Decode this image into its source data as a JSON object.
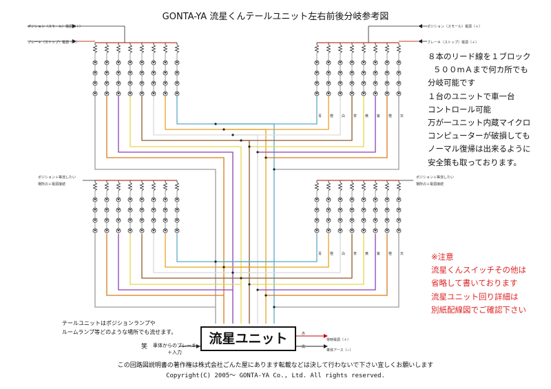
{
  "title": "GONTA-YA 流星くんテールユニット左右前後分岐参考図",
  "top_left_labels": {
    "position": "ポジション（スモール）電源（＋）",
    "brake": "ブレーキ（ストップ）電源（＋）"
  },
  "top_right_labels": {
    "position": "ポジション（スモール）電源（＋）",
    "brake": "ブレーキ（ストップ）電源（＋）"
  },
  "bottom_left_label": [
    "ポジション＋等流したい",
    "場所の＋電源接続"
  ],
  "bottom_right_label": [
    "ポジション＋等流したい",
    "場所の＋電源接続"
  ],
  "wire_color_labels": [
    "青",
    "橙",
    "白",
    "茶",
    "黄",
    "紫",
    "橙",
    "灰"
  ],
  "notes": [
    "８本のリード線を１ブロック",
    "５００mＡまで何カ所でも",
    "分岐可能です",
    "１台のユニットで車一台",
    "コントロール可能",
    "万が一ユニット内蔵マイクロ",
    "コンピューターが破損しても",
    "ノーマル復帰は出来るように",
    "安全策も取っております。"
  ],
  "warning_notes": [
    "※注意",
    "流星くんスイッチその他は",
    "省略して書いております",
    "流星ユニット回り詳細は",
    "別紙配線図でご確認下さい"
  ],
  "tail_unit_note": [
    "テールユニットはポジションランプや",
    "ルームランプ等どのような場所でも流せます。"
  ],
  "unit_label": "流星ユニット",
  "brake_input_label": "車体からのブレーキ",
  "plus_input_label": "＋入力",
  "unit_right_labels": [
    "常時電源（＋）",
    "車体アース（−）"
  ],
  "unit_right_marks": [
    "赤",
    "黒"
  ],
  "copyright_line1": "この回路図説明書の著作権は株式会社ごんた屋にあります転載などは決して行わないで下さい宜しくお願いします",
  "copyright_line2": "Copyright(C)  2005～  GONTA-YA Co., Ltd.  All rights reserved.",
  "colors": {
    "wire_left_to_right": [
      "#5aa9c8",
      "#e8a020",
      "#d9d9d9",
      "#8b5a2b",
      "#e6d64a",
      "#8a3fb5",
      "#d87a1a",
      "#9a9a9a"
    ],
    "resistor_wire": "#c0392b",
    "warning": "#dd2222"
  }
}
